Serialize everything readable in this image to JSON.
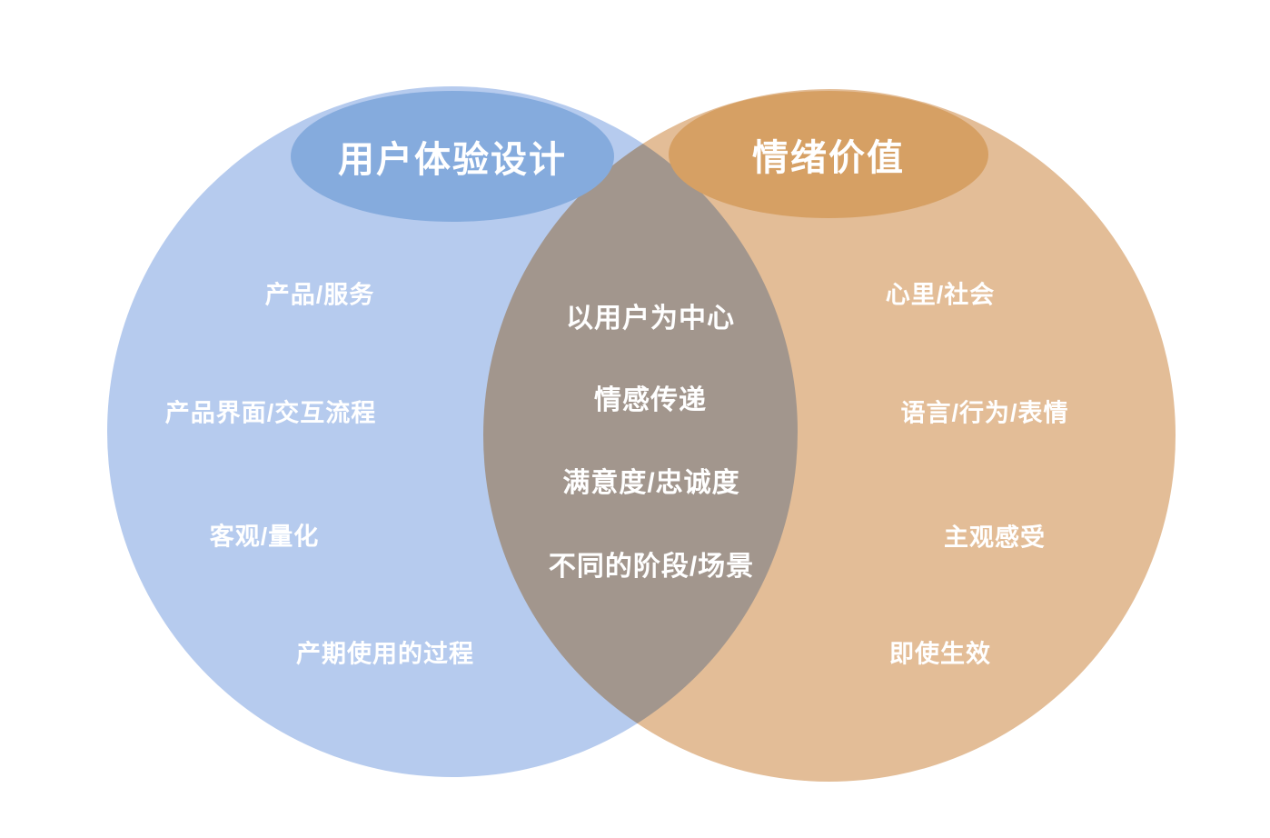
{
  "diagram": {
    "type": "venn",
    "background_color": "#ffffff",
    "text_color": "#ffffff",
    "left": {
      "title": "用户体验设计",
      "circle_color": "#b6cbee",
      "title_badge_color": "#85abdd",
      "items": [
        "产品/服务",
        "产品界面/交互流程",
        "客观/量化",
        "产期使用的过程"
      ]
    },
    "right": {
      "title": "情绪价值",
      "circle_color": "#e3bd97",
      "title_badge_color": "#d6a064",
      "items": [
        "心里/社会",
        "语言/行为/表情",
        "主观感受",
        "即使生效"
      ]
    },
    "center": {
      "overlap_color": "#a89a8e",
      "items": [
        "以用户为中心",
        "情感传递",
        "满意度/忠诚度",
        "不同的阶段/场景"
      ]
    }
  }
}
